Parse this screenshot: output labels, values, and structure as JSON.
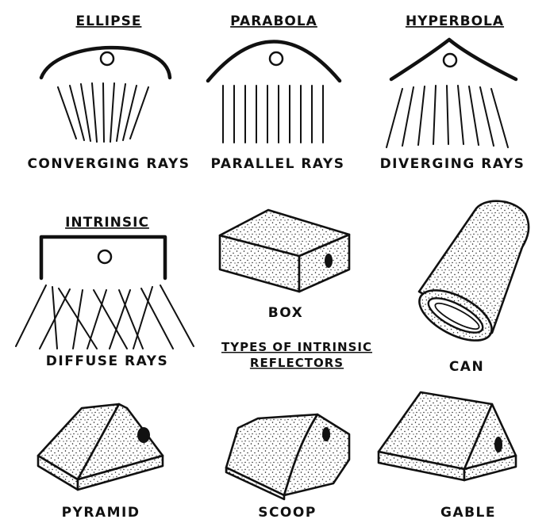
{
  "reflector_shapes": {
    "ellipse": {
      "title": "ELLIPSE",
      "caption": "CONVERGING RAYS"
    },
    "parabola": {
      "title": "PARABOLA",
      "caption": "PARALLEL RAYS"
    },
    "hyperbola": {
      "title": "HYPERBOLA",
      "caption": "DIVERGING RAYS"
    }
  },
  "intrinsic": {
    "title": "INTRINSIC",
    "caption": "DIFFUSE RAYS"
  },
  "types_heading": {
    "line1": "TYPES OF INTRINSIC",
    "line2": "REFLECTORS"
  },
  "reflector_types": {
    "box": "BOX",
    "can": "CAN",
    "pyramid": "PYRAMID",
    "scoop": "SCOOP",
    "gable": "GABLE"
  }
}
